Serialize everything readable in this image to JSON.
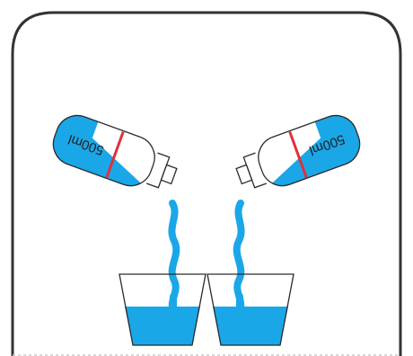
{
  "illustration": {
    "bottles": [
      {
        "id": "left",
        "volume_label": "500ml",
        "fill_level": 0.55
      },
      {
        "id": "right",
        "volume_label": "500ml",
        "fill_level": 0.55
      }
    ],
    "cups": [
      {
        "id": "left",
        "fill_level": 0.55
      },
      {
        "id": "right",
        "fill_level": 0.55
      }
    ]
  },
  "colors": {
    "water": "#1aa7e8",
    "outline": "#2a2a2a",
    "marker_line": "#e0303a",
    "panel_border": "#333333",
    "background": "#ffffff"
  }
}
